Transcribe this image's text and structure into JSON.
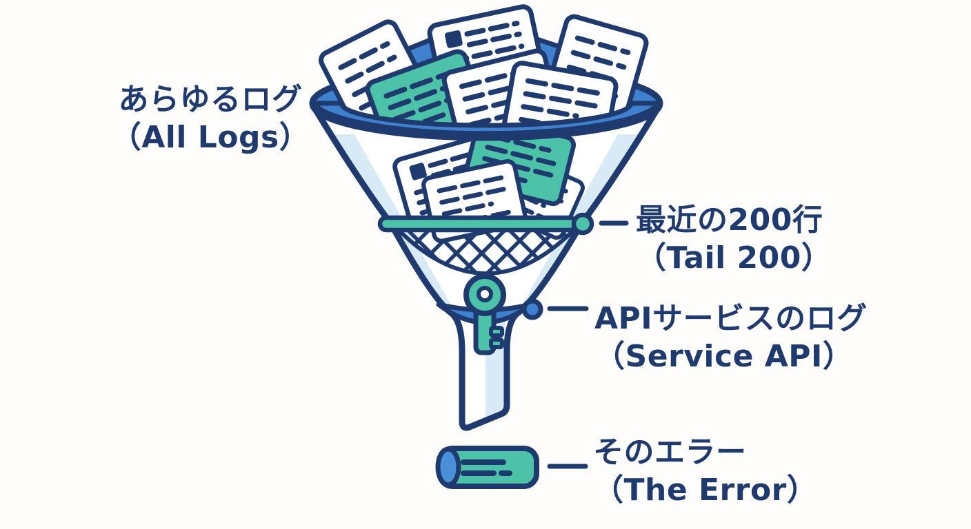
{
  "title": "Log filtering funnel diagram",
  "labels": {
    "all_logs": {
      "jp": "あらゆるログ",
      "en": "（All Logs）"
    },
    "tail_200": {
      "jp": "最近の200行",
      "en": "（Tail 200）"
    },
    "service_api": {
      "jp": "APIサービスのログ",
      "en": "（Service API）"
    },
    "the_error": {
      "jp": "そのエラー",
      "en": "（The Error）"
    }
  },
  "colors": {
    "navy_outline_text": "#1e3a6e",
    "blue_accent": "#3f81cf",
    "teal_accent": "#4cc3a8",
    "pale_blue_shading": "#d9eaf7",
    "background": "#fefdfc",
    "document_white": "#ffffff"
  },
  "icons": [
    "funnel-icon",
    "log-document-icon",
    "sieve-bar-icon",
    "mesh-filter-icon",
    "key-icon",
    "neck-band-icon",
    "log-output-cylinder-icon",
    "connector-line"
  ]
}
